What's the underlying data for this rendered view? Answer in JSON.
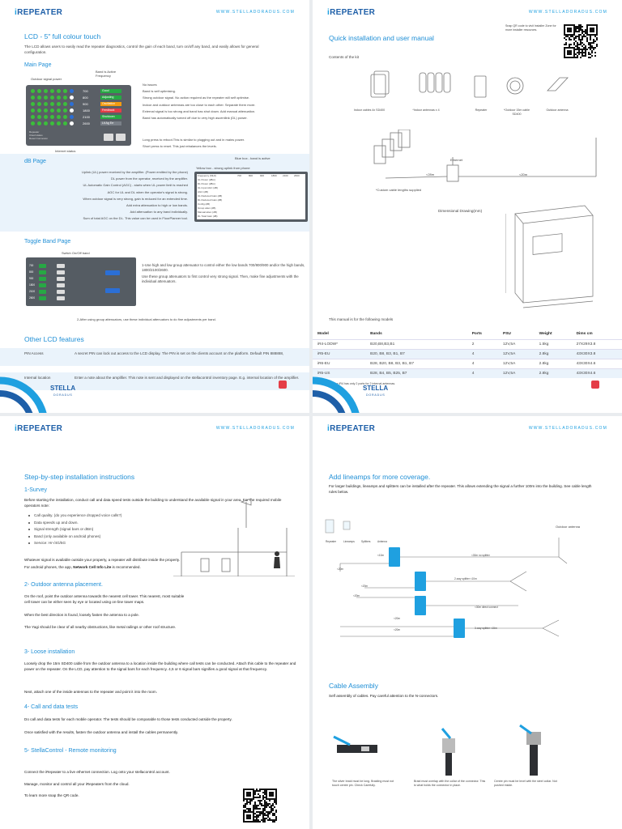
{
  "brand": {
    "main": "REPEATER",
    "prefix": "i",
    "url": "WWW.STELLADORADUS.COM"
  },
  "p1": {
    "title": "LCD - 5\" full colour touch",
    "intro": "The LCD allows users to easily read the repeater diagnostics, control the gain of each band, turn on/off any band, and easily allows for general configuration.",
    "main_page": "Main Page",
    "outdoor_signal": "Outdoor signal power",
    "band_active": "Band is Active Frequency",
    "internet_status": "Internet status",
    "bands": [
      "700",
      "800",
      "900",
      "1800",
      "2100",
      "2600"
    ],
    "states": [
      {
        "t": "Good",
        "c": "#27a844"
      },
      {
        "t": "Adjusting",
        "c": "#27a844"
      },
      {
        "t": "Oscillation",
        "c": "#f39c12"
      },
      {
        "t": "Feedback",
        "c": "#e43d47"
      },
      {
        "t": "Shutdown",
        "c": "#27a844"
      },
      {
        "t": "Lit Ag Err",
        "c": "#7a8088"
      }
    ],
    "status_notes": [
      "No issues",
      "Band is self optimising.",
      "Strong outdoor signal. No action required as the repeater will self optimise.",
      "Indoor and outdoor antennas are too close to each other. Separate them more.",
      "External signal is too strong and band has shut down. Add manual attenuation.",
      "Band has automatically turned off due to very high ascentlink (DL) power."
    ],
    "long_press": "Long press to reboot.This is similar to plugging out and in mains power.",
    "short_press": "Short press to reset. This just rebalances the levels.",
    "db_page": "dB Page",
    "blue_box": "Blue box - band is active",
    "yellow_box": "Yellow box - strong uplink from phone",
    "db_labels": [
      "Uplink (UL) power received by the amplifier. (Power emitted by the phone)",
      "DL power from the operator, received by the amplifier.",
      "UL Automatic Gain Control (AGC) - starts when UL power limit is reached",
      "AGC for UL and DL when the operator's signal is strong.",
      "When outdoor signal is very strong, gain is reduced for an extended time.",
      "Add extra attenuation to high or low bands.",
      "Add attenuation to any band individually.",
      "Sum of total AGC on the DL. This value can be used in FloorPlanner tool."
    ],
    "db_table_head": [
      "Frequency (MHz)",
      "700",
      "800",
      "900",
      "1800",
      "2100",
      "2600"
    ],
    "db_table_rows": [
      "UL Power (dBm)",
      "DL Power (dBm)",
      "UL Input AGC (dB)",
      "AGC (dB)",
      "UL Reduced Gain (dB)",
      "DL Reduced Gain (dB)",
      "Config (dB)",
      "Group atten (dB)",
      "Manual atten (dB)",
      "DL Total Gain (dB)"
    ],
    "toggle_page": "Toggle Band Page",
    "switch_onoff": "Switch On/Off band",
    "toggle_note1": "1-Use high and low group attenuator to control either the low bands 700/800/900 and/or the high bands, 1800/2100/2600.",
    "toggle_note2": "Use these group attenuators to first control very strong signal. Then, make fine adjustments with the individual attenuators.",
    "toggle_note3": "2-After using group attenuators, use these individual attenuators to do fine adjustments per band.",
    "other_title": "Other LCD features",
    "features": [
      {
        "name": "PIN Access",
        "desc": "A secret PIN can lock out access to the LCD display. The PIN is set on the clients account on the platform. Default PIN 888888,"
      },
      {
        "name": "Internal location",
        "desc": "Enter a note about the amplifier. This note is sent and displayed on the stellacontrol inventory page. E.g. internal location of the amplifier."
      }
    ]
  },
  "p2": {
    "title": "Quick installation and user manual",
    "qr_note": "Snap QR code to visit Installer Zone for more installer resources.",
    "kit_title": "Contents of the kit",
    "kit": [
      "Indoor cables 4x SD400",
      "*Indoor antennas x 4",
      "Repeater",
      "*Outdoor 15m cable SD400",
      "Outdoor antenna"
    ],
    "ethernet": "Ethernet",
    "d1": "<28m",
    "d2": "<20m",
    "custom": "*Custom cable lengths supplied",
    "dim_title": "Dimensional Drawing(mm)",
    "models_intro": "This manual is for the following models",
    "models_head": [
      "Model",
      "Bands",
      "Ports",
      "PSU",
      "Weight",
      "Dims cm"
    ],
    "models": [
      [
        "iR4-LODW*",
        "B20,B8,B3,B1",
        "2",
        "12V,5A",
        "1.5kg",
        "27X29X3.8"
      ],
      [
        "iR5-EU",
        "B20, B8, B3, B1, B7",
        "4",
        "12V,5A",
        "2.8kg",
        "43X30X3.8"
      ],
      [
        "iR6-EU",
        "B28, B20, B8, B3, B1, B7",
        "4",
        "12V,5A",
        "2.8kg",
        "43X30X4.6"
      ],
      [
        "iR5-US",
        "B28, B4, B5, B25, B7",
        "4",
        "12V,5A",
        "2.8kg",
        "43X30X4.6"
      ]
    ],
    "footnote": "*The iR4 has only 2 ports for 2 internal antennas."
  },
  "p3": {
    "title": "Step-by-step installation instructions",
    "s1": "1-Survey",
    "s1_text": "Before starting the installation, conduct call and data speed tests outside the building to understand the available signal in your area. For the required mobile operators note:",
    "s1_bullets": [
      "Call quality. (do you experience dropped voice calls?)",
      "Data speeds up and down.",
      "Signal strength (signal bars or dBm)",
      "Band (only available on android phones)",
      "Service: Hr-/4G/5G"
    ],
    "s1_after": "Whatever signal is available outside your property, a repeater will distribute inside the property.",
    "s1_app_pre": "For android phones, the app,",
    "s1_app": "Network Cell Info Lite",
    "s1_app_post": "is recommended.",
    "s2": "2- Outdoor antenna placement.",
    "s2_text1": "On the roof, point the outdoor antenna towards the nearest cell tower. This nearest, most suitable cell tower can be either seen by eye or located using on-line tower maps.",
    "s2_text2": "When the best direction is found, loosely fasten the antenna to a pole.",
    "s2_text3": "The Yagi should be clear of all nearby obstructions, like metal railings or other roof structure.",
    "s3": "3- Loose installation",
    "s3_text1": "Loosely drop the 15m SD400 cable from the outdoor antenna to a location inside the building where call tests can be conducted. Attach this cable to the repeater and power on the repeater. On the LCD, pay attention to the signal bars for each frequency. 4,5 or 6 signal bars signifies a good signal at that frequency.",
    "s3_text2": "Next, attach one of the inside antennas to the repeater and point it into the room.",
    "s4": "4- Call and data tests",
    "s4_text1": "Do call and data tests for each mobile operator. The tests should be comparable to those tests conducted outside the property.",
    "s4_text2": "Once satisfied with the results, fasten the outdoor antenna and install the cables permanently.",
    "s5": "5- StellaControl - Remote monitoring",
    "s5_text1": "Connect the iRepeater to a live ethernet connection. Log onto your stellacontrol account.",
    "s5_text2": "Manage, monitor and control all your iRepeaters from the cloud.",
    "s5_text3": "To learn more snap the QR code."
  },
  "p4": {
    "title": "Add lineamps for more coverage.",
    "text": "For larger buildings, lineamps and splitters can be installed after the repeater. This allows extending the signal a further 100m into the building. See cable length rules below.",
    "legend": [
      "Repeater",
      "Lineamps",
      "Splitters",
      "Antenna"
    ],
    "outdoor": "Outdoor antenna",
    "labels": [
      "<20m",
      "<10m",
      "<30m no splitter",
      "<20m",
      "<20m",
      "2-way splitter <10m",
      "<30m direct connect",
      "<20m",
      "<20m",
      "3-way splitter <15m"
    ],
    "cable_title": "Cable Assembly",
    "cable_text": "Self assembly of cables. Pay careful attention to the N-connectors.",
    "captions": [
      "The silver braid must be long. Braiding must not touch centre pin. Check Carefully.",
      "Braid must overlap with the collar of the connector. This is what holds the connector in place.",
      "Centre pin must be level with the steel collar. Not pushed inside."
    ]
  },
  "logo": {
    "name": "STELLA",
    "sub": "DORADUS"
  }
}
